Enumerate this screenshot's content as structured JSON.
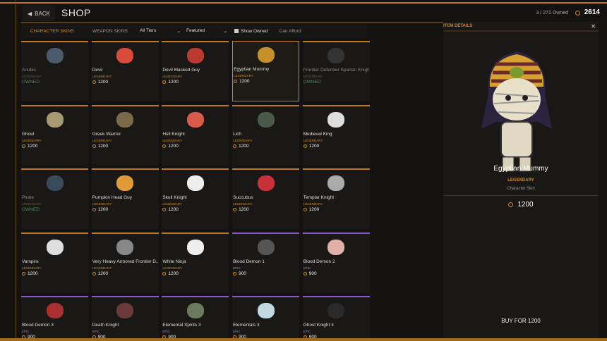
{
  "header": {
    "back_label": "BACK",
    "title": "SHOP",
    "owned_count": "3 / 271 Owned",
    "coins": "2614"
  },
  "filters": {
    "tabs": [
      "CHARACTER SKINS",
      "WEAPON SKINS"
    ],
    "tier_select": "All Tiers",
    "sort_select": "Featured",
    "show_owned_label": "Show Owned",
    "show_owned_checked": true,
    "can_afford_label": "Can Afford"
  },
  "items": [
    {
      "name": "Anubis",
      "tier": "LEGENDARY",
      "status": "OWNED",
      "color": "#4a5a6a"
    },
    {
      "name": "Devil",
      "tier": "LEGENDARY",
      "price": "1200",
      "color": "#d84a3a"
    },
    {
      "name": "Devil Masked Guy",
      "tier": "LEGENDARY",
      "price": "1200",
      "color": "#b83a30"
    },
    {
      "name": "Egyptian Mummy",
      "tier": "LEGENDARY",
      "price": "1200",
      "color": "#c8902a",
      "selected": true
    },
    {
      "name": "Frontier Defender Spartan Knight",
      "tier": "LEGENDARY",
      "status": "OWNED",
      "color": "#333"
    },
    {
      "name": "Ghoul",
      "tier": "LEGENDARY",
      "price": "1200",
      "color": "#a89a70"
    },
    {
      "name": "Greek Warrior",
      "tier": "LEGENDARY",
      "price": "1200",
      "color": "#7a6a4a"
    },
    {
      "name": "Hell Knight",
      "tier": "LEGENDARY",
      "price": "1200",
      "color": "#d85a4a"
    },
    {
      "name": "Lich",
      "tier": "LEGENDARY",
      "price": "1200",
      "color": "#4a5a4a"
    },
    {
      "name": "Medieval King",
      "tier": "LEGENDARY",
      "price": "1200",
      "color": "#ddd"
    },
    {
      "name": "Pirate",
      "tier": "LEGENDARY",
      "status": "OWNED",
      "color": "#3a4a5a"
    },
    {
      "name": "Pumpkin Head Guy",
      "tier": "LEGENDARY",
      "price": "1200",
      "color": "#e09a3a"
    },
    {
      "name": "Skull Knight",
      "tier": "LEGENDARY",
      "price": "1200",
      "color": "#eee"
    },
    {
      "name": "Succubus",
      "tier": "LEGENDARY",
      "price": "1200",
      "color": "#c8303a"
    },
    {
      "name": "Templar Knight",
      "tier": "LEGENDARY",
      "price": "1200",
      "color": "#aaa"
    },
    {
      "name": "Vampire",
      "tier": "LEGENDARY",
      "price": "1200",
      "color": "#ddd"
    },
    {
      "name": "Very Heavy Armored Frontier D...",
      "tier": "LEGENDARY",
      "price": "1200",
      "color": "#888"
    },
    {
      "name": "White Ninja",
      "tier": "LEGENDARY",
      "price": "1200",
      "color": "#eee"
    },
    {
      "name": "Blood Demon 1",
      "tier": "EPIC",
      "price": "900",
      "color": "#555"
    },
    {
      "name": "Blood Demon 2",
      "tier": "EPIC",
      "price": "900",
      "color": "#e0b0a8"
    },
    {
      "name": "Blood Demon 3",
      "tier": "EPIC",
      "price": "900",
      "color": "#a83030"
    },
    {
      "name": "Death Knight",
      "tier": "EPIC",
      "price": "900",
      "color": "#6a3a3a"
    },
    {
      "name": "Elemental Spirits 3",
      "tier": "EPIC",
      "price": "900",
      "color": "#6a7a5a"
    },
    {
      "name": "Elementals 3",
      "tier": "EPIC",
      "price": "900",
      "color": "#c0d8e0"
    },
    {
      "name": "Ghost Knight 3",
      "tier": "EPIC",
      "price": "900",
      "color": "#2a2a2a"
    }
  ],
  "details": {
    "header": "ITEM DETAILS",
    "name": "Egyptian Mummy",
    "tier": "LEGENDARY",
    "type": "Character Skin",
    "price": "1200",
    "buy_label": "BUY FOR 1200"
  }
}
